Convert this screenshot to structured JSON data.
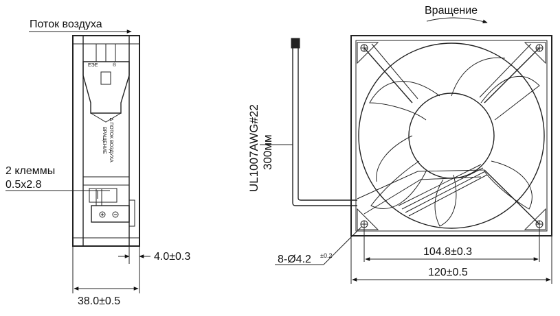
{
  "side_view": {
    "airflow_label": "Поток воздуха",
    "terminals_label": "2 клеммы",
    "terminals_size": "0.5x2.8",
    "dim_inset": "4.0±0.3",
    "dim_depth": "38.0±0.5",
    "body_airflow_text": "∆ ПОТОК ВОЗДУХА",
    "body_rotation_text": "ВРАЩЕНИЕ"
  },
  "front_view": {
    "rotation_label": "Вращение",
    "wire_spec": "UL1007AWG#22",
    "wire_length": "300мм",
    "holes_label": "8-Ø4.2",
    "holes_tolerance": "±0.2",
    "dim_hole_spacing": "104.8±0.3",
    "dim_width": "120±0.5"
  }
}
